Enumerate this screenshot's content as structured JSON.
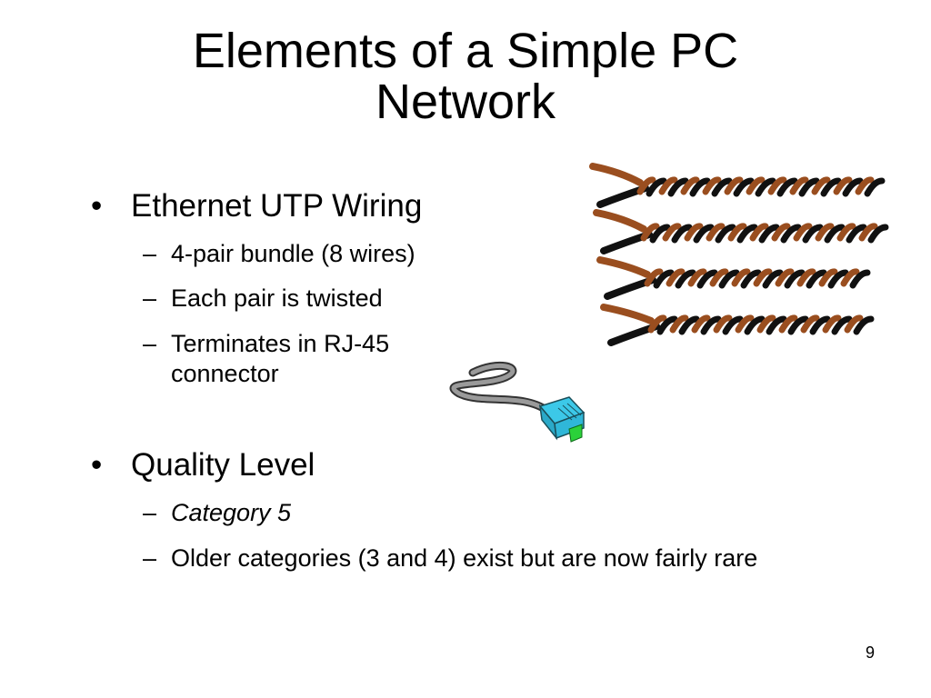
{
  "slide": {
    "title_lines": [
      "Elements of a Simple PC",
      "Network"
    ],
    "bullets": [
      {
        "mark": "•",
        "text": "Ethernet UTP Wiring",
        "subs": [
          {
            "mark": "–",
            "text": "4-pair bundle (8 wires)"
          },
          {
            "mark": "–",
            "text": "Each pair is twisted"
          },
          {
            "mark": "–",
            "text": "Terminates in RJ-45 connector"
          }
        ]
      },
      {
        "mark": "•",
        "text": "Quality Level",
        "subs": [
          {
            "mark": "–",
            "text": "Category 5"
          },
          {
            "mark": "–",
            "text": "Older categories (3 and 4) exist but are now fairly rare"
          }
        ]
      }
    ],
    "slide_number": "9"
  },
  "colors": {
    "wire_brown": "#9a4e1f",
    "wire_black": "#111111",
    "cable_gray": "#9a9a9a",
    "connector_blue": "#3cc8e8",
    "connector_green": "#2bd13a"
  },
  "illustrations": [
    "twisted-pair-wires",
    "rj45-cable-connector"
  ]
}
